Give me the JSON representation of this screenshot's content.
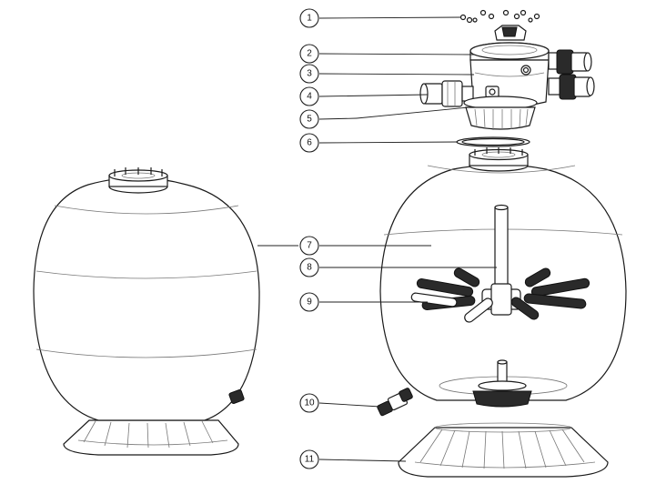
{
  "callouts": [
    {
      "id": "1",
      "label": "1"
    },
    {
      "id": "2",
      "label": "2"
    },
    {
      "id": "3",
      "label": "3"
    },
    {
      "id": "4",
      "label": "4"
    },
    {
      "id": "5",
      "label": "5"
    },
    {
      "id": "6",
      "label": "6"
    },
    {
      "id": "7",
      "label": "7"
    },
    {
      "id": "8",
      "label": "8"
    },
    {
      "id": "9",
      "label": "9"
    },
    {
      "id": "10",
      "label": "10"
    },
    {
      "id": "11",
      "label": "11"
    }
  ],
  "parts": {
    "bolts": "bolt-set",
    "valve_cover": "valve-cover",
    "valve_body": "multiport-valve",
    "union_fittings": "union-fittings",
    "valve_flange": "valve-flange",
    "gasket": "o-ring-gasket",
    "tank": "filter-tank",
    "collector": "central-pipe",
    "laterals": "lateral-assembly",
    "drain": "drain-valve",
    "base": "tank-base"
  }
}
